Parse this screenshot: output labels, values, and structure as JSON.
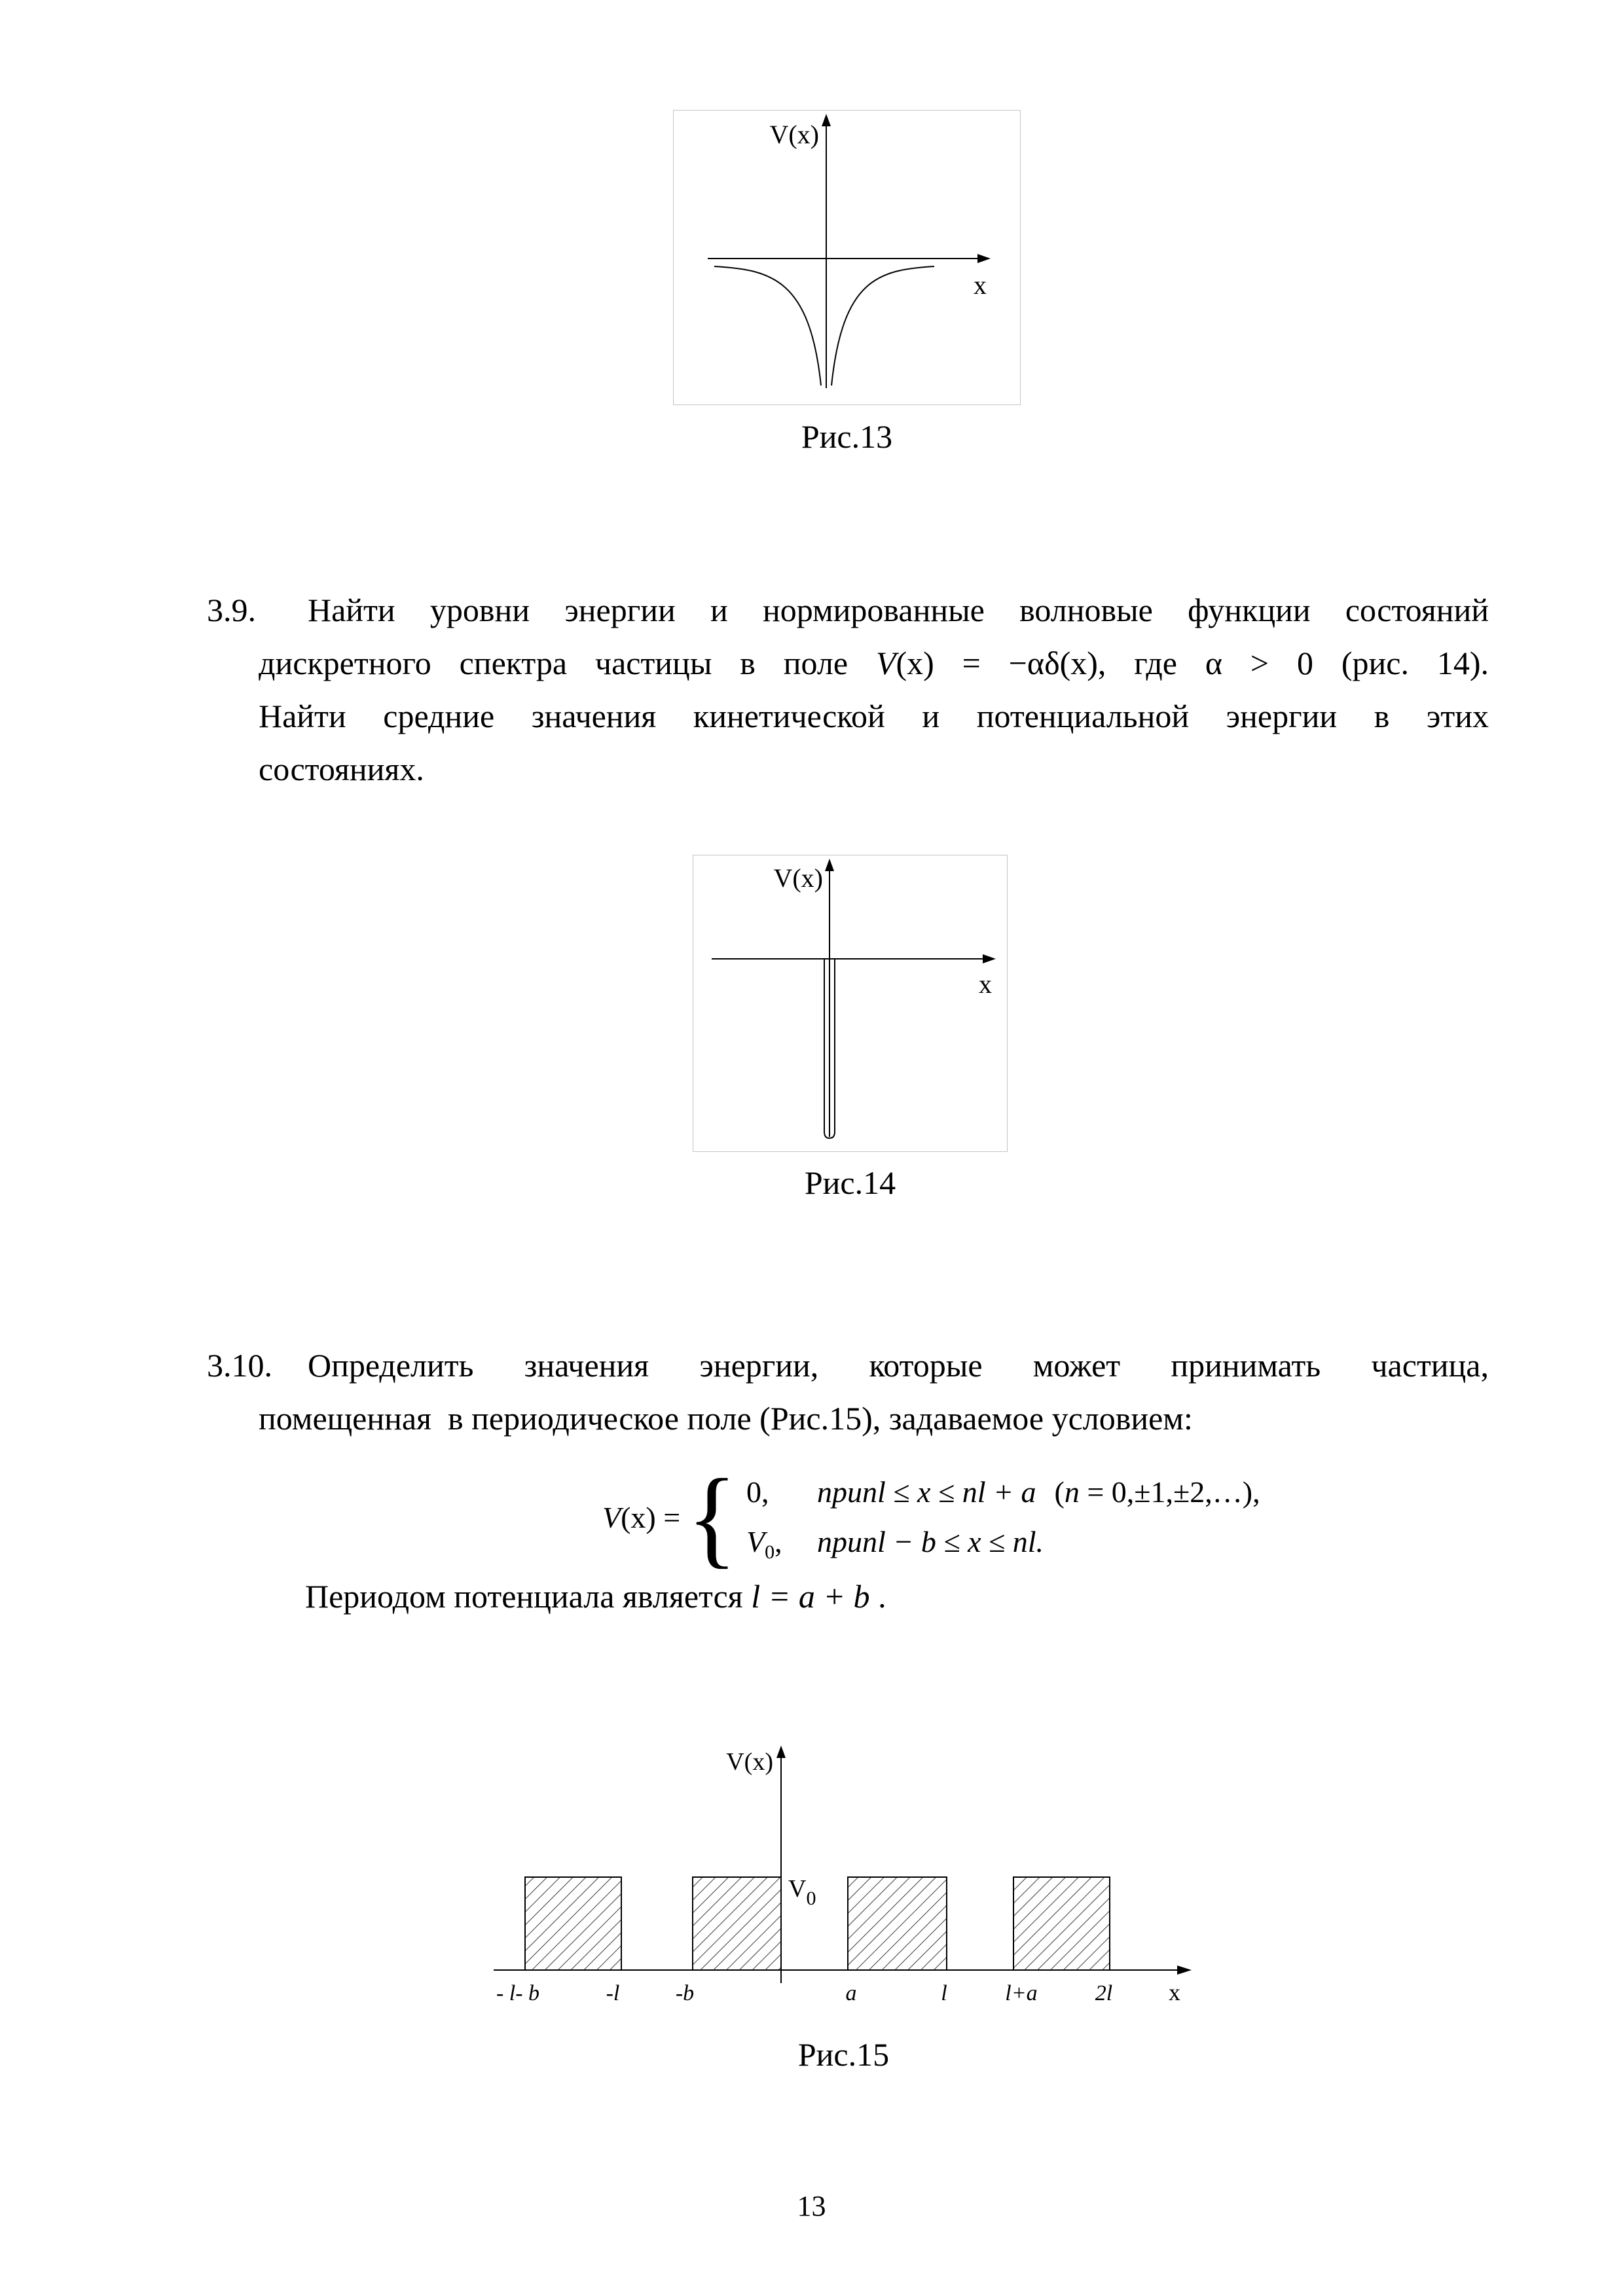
{
  "figures": {
    "fig13": {
      "ylabel": "V(x)",
      "xlabel": "x",
      "caption": "Рис.13"
    },
    "fig14": {
      "ylabel": "V(x)",
      "xlabel": "x",
      "caption": "Рис.14"
    },
    "fig15": {
      "ylabel": "V(x)",
      "xlabel": "x",
      "v0_main": "V",
      "v0_sub": "0",
      "ticks": [
        "- l- b",
        "-l",
        "-b",
        "a",
        "l",
        "l+a",
        "2l"
      ],
      "caption": "Рис.15"
    }
  },
  "problem_3_9": {
    "number": "3.9.",
    "line1": "Найти уровни энергии и нормированные волновые функции состояний",
    "line2_pre": "дискретного спектра частицы в поле ",
    "line2_var": "V",
    "line2_formula": "(x) = −αδ(x),",
    "line2_mid": " где ",
    "line2_cond": "α > 0",
    "line2_post": " (рис. 14).",
    "line3": "Найти средние значения кинетической и потенциальной энергии в этих",
    "line4": "состояниях."
  },
  "problem_3_10": {
    "number": "3.10.",
    "line1": "Определить значения энергии, которые может принимать частица,",
    "line2": "помещенная  в периодическое поле (Рис.15), задаваемое условием:",
    "formula": {
      "lhs_var": "V",
      "lhs_rest": "(x) =",
      "row1_value": "0,",
      "row1_pri": "при",
      "row1_cond": " nl ≤ x ≤ nl + a",
      "row1_note_open": "(",
      "row1_note_var": "n",
      "row1_note_rest": " = 0,±1,±2,…),",
      "row2_value_var": "V",
      "row2_value_sub": "0",
      "row2_value_comma": ",",
      "row2_pri": "при",
      "row2_cond": " nl − b ≤ x ≤ nl."
    },
    "period_t1": "Периодом потенциала является ",
    "period_formula": "l = a + b",
    "period_t2": " ."
  },
  "page_number": "13"
}
